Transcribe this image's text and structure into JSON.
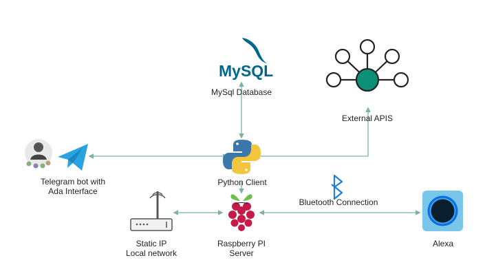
{
  "nodes": {
    "mysql": {
      "logo_text": "MySQL",
      "label": "MySql Database",
      "icon": "mysql-dolphin-logo"
    },
    "external_apis": {
      "label": "External APIS",
      "icon": "network-hub-icon"
    },
    "telegram": {
      "label_line1": "Telegram bot with",
      "label_line2": "Ada Interface",
      "icon": "telegram-paper-plane-icon"
    },
    "python_client": {
      "label": "Python Client",
      "icon": "python-logo"
    },
    "raspberry_pi": {
      "label_line1": "Raspberry PI",
      "label_line2": "Server",
      "icon": "raspberry-pi-logo"
    },
    "static_ip": {
      "label_line1": "Static IP",
      "label_line2": "Local network",
      "icon": "router-icon"
    },
    "bluetooth": {
      "label": "Bluetooth Connection",
      "icon": "bluetooth-icon"
    },
    "alexa": {
      "label": "Alexa",
      "icon": "alexa-ring-icon"
    }
  },
  "colors": {
    "connector": "#7ab3a2",
    "hub_center": "#0b8f77",
    "hub_outline": "#222222",
    "telegram_blue": "#2aa3e0",
    "python_blue": "#3b77a8",
    "python_yellow": "#f2c53d",
    "raspberry_red": "#c51a4a",
    "raspberry_green": "#6cc04a",
    "mysql_blue": "#00678c",
    "mysql_orange": "#e48e00",
    "bluetooth_blue": "#1f7ed6",
    "alexa_bg": "#78c7ea",
    "alexa_ring": "#0c6ee0"
  }
}
